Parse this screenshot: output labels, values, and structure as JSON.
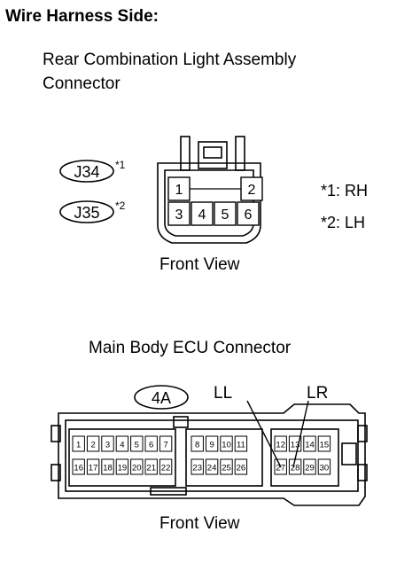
{
  "heading": "Wire Harness Side:",
  "connector_a": {
    "title_line1": "Rear Combination Light Assembly",
    "title_line2": "Connector",
    "codes": [
      {
        "code": "J34",
        "mark": "*1"
      },
      {
        "code": "J35",
        "mark": "*2"
      }
    ],
    "pins_top": [
      "1",
      "2"
    ],
    "pins_bottom": [
      "3",
      "4",
      "5",
      "6"
    ],
    "notes": [
      "*1: RH",
      "*2: LH"
    ],
    "view_label": "Front View"
  },
  "connector_b": {
    "title": "Main Body ECU Connector",
    "code": "4A",
    "pins_row1": [
      "1",
      "2",
      "3",
      "4",
      "5",
      "6",
      "7",
      "8",
      "9",
      "10",
      "11",
      "12",
      "13",
      "14",
      "15"
    ],
    "pins_row2": [
      "16",
      "17",
      "18",
      "19",
      "20",
      "21",
      "22",
      "23",
      "24",
      "25",
      "26",
      "27",
      "28",
      "29",
      "30"
    ],
    "callouts": [
      {
        "label": "LL",
        "pin": "27"
      },
      {
        "label": "LR",
        "pin": "28"
      }
    ],
    "view_label": "Front View"
  }
}
